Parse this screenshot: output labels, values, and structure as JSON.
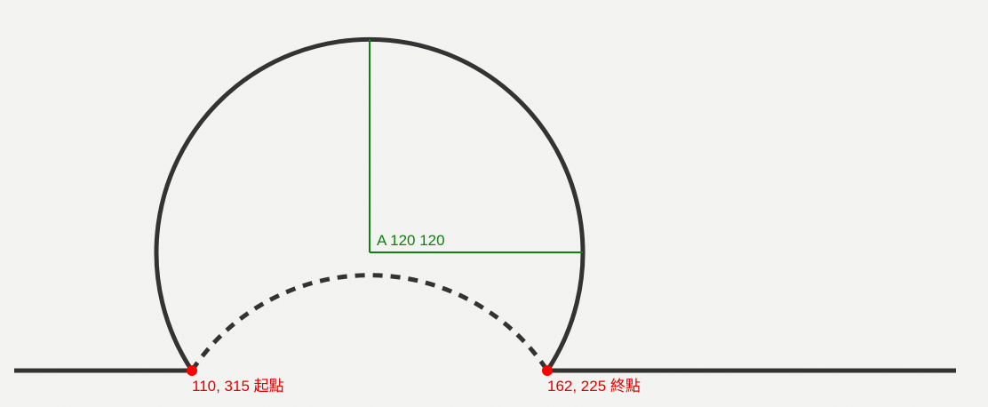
{
  "diagram": {
    "arc_command_label": "A 120 120",
    "start_point": {
      "coords": "110, 315",
      "name": "起點",
      "label": "110, 315 起點"
    },
    "end_point": {
      "coords": "162, 225",
      "name": "終點",
      "label": "162, 225 終點"
    }
  },
  "colors": {
    "background": "#f4f4f2",
    "path_stroke": "#333333",
    "radius_lines": "#108010",
    "point_marker": "#ff0000",
    "point_label": "#e00000"
  }
}
